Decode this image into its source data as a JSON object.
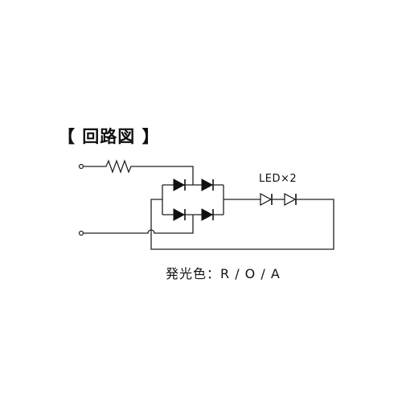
{
  "title": "【 回路図 】",
  "led_label": "LED×2",
  "color_label": "発光色：R / O / A"
}
